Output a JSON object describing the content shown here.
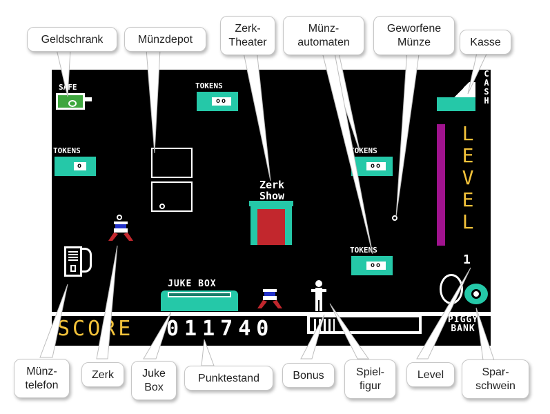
{
  "callouts": {
    "geldschrank": "Geldschrank",
    "muenzdepot": "Münzdepot",
    "zerk_theater": "Zerk-\nTheater",
    "muenzautomaten": "Münz-\nautomaten",
    "geworfene_muenze": "Geworfene\nMünze",
    "kasse": "Kasse",
    "muenztelefon": "Münz-\ntelefon",
    "zerk": "Zerk",
    "juke_box": "Juke\nBox",
    "punktestand": "Punktestand",
    "bonus": "Bonus",
    "spielfigur": "Spiel-\nfigur",
    "level": "Level",
    "sparschwein": "Spar-\nschwein"
  },
  "game": {
    "safe_label": "SAFE",
    "token_label": "TOKENS",
    "token_slot_double": "oo",
    "token_slot_single": "o",
    "theater_line1": "Zerk",
    "theater_line2": "Show",
    "jukebox_label": "JUKE BOX",
    "cash_label": "CASH",
    "level_letters": [
      "L",
      "E",
      "V",
      "E",
      "L"
    ],
    "level_number": "1",
    "score_label": "SCORE",
    "score_value": "011740",
    "piggy_line1": "PIGGY",
    "piggy_line2": "BANK"
  },
  "colors": {
    "screen_background": "#000000",
    "token_machine": "#25c8a8",
    "safe": "#3ea63e",
    "theater_stage": "#c2272d",
    "level_bar": "#a0138e",
    "level_text": "#f3c23a",
    "score_label": "#f3c23a"
  }
}
